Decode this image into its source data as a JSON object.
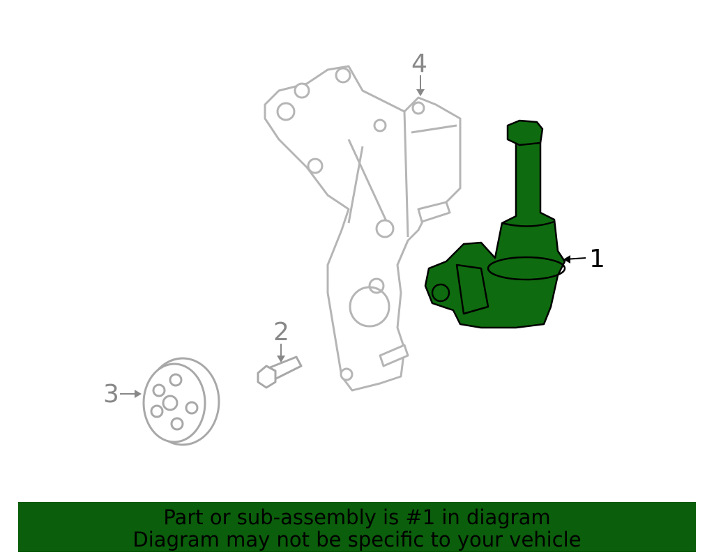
{
  "callouts": {
    "part1": "1",
    "part2": "2",
    "part3": "3",
    "part4": "4"
  },
  "banner": {
    "line1": "Part or sub-assembly is #1 in diagram",
    "line2": "Diagram may not be specific to your vehicle"
  },
  "colors": {
    "highlight": "#0f6b0f",
    "banner": "#0b5e0b",
    "line_gray": "#b0b0b0",
    "callout_gray": "#888888"
  }
}
